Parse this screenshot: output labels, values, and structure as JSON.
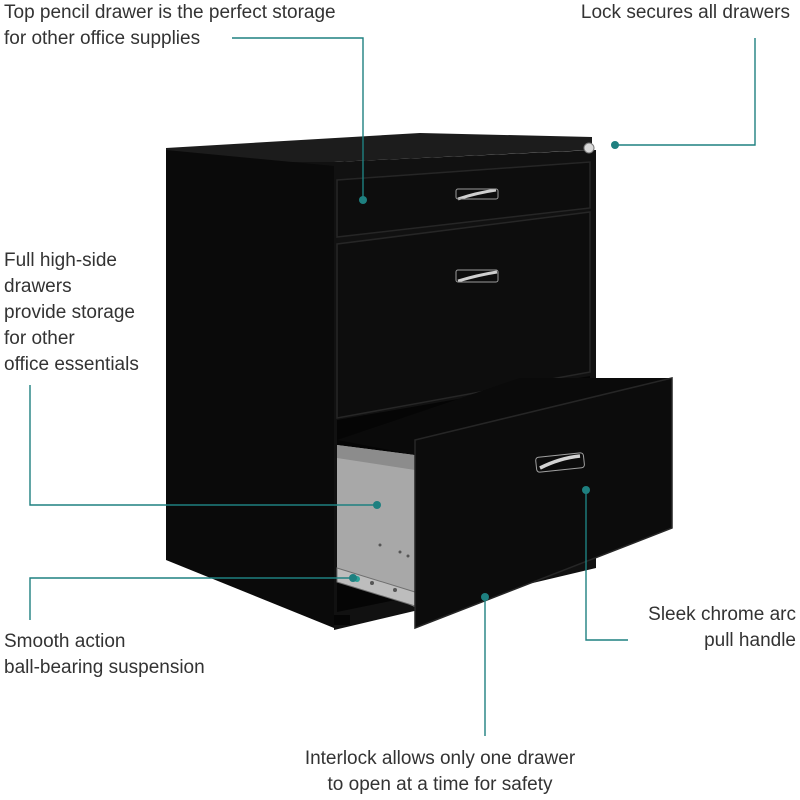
{
  "accent_color": "#1e8080",
  "product": {
    "color": "#0c0c0c",
    "handle_color": "#c9c9c9",
    "drawer_interior_color": "#a7a7a7"
  },
  "callouts": {
    "pencil_drawer": {
      "lines": [
        "Top pencil drawer is the perfect storage",
        "for other office supplies"
      ]
    },
    "lock": {
      "lines": [
        "Lock secures all drawers"
      ]
    },
    "high_side_drawers": {
      "lines": [
        "Full high-side",
        "drawers",
        "provide storage",
        "for other",
        "office essentials"
      ]
    },
    "suspension": {
      "lines": [
        "Smooth action",
        "ball-bearing suspension"
      ]
    },
    "handle": {
      "lines": [
        "Sleek chrome arc",
        "pull handle"
      ]
    },
    "interlock": {
      "lines": [
        "Interlock allows only one drawer",
        "to open at a time for safety"
      ]
    }
  }
}
